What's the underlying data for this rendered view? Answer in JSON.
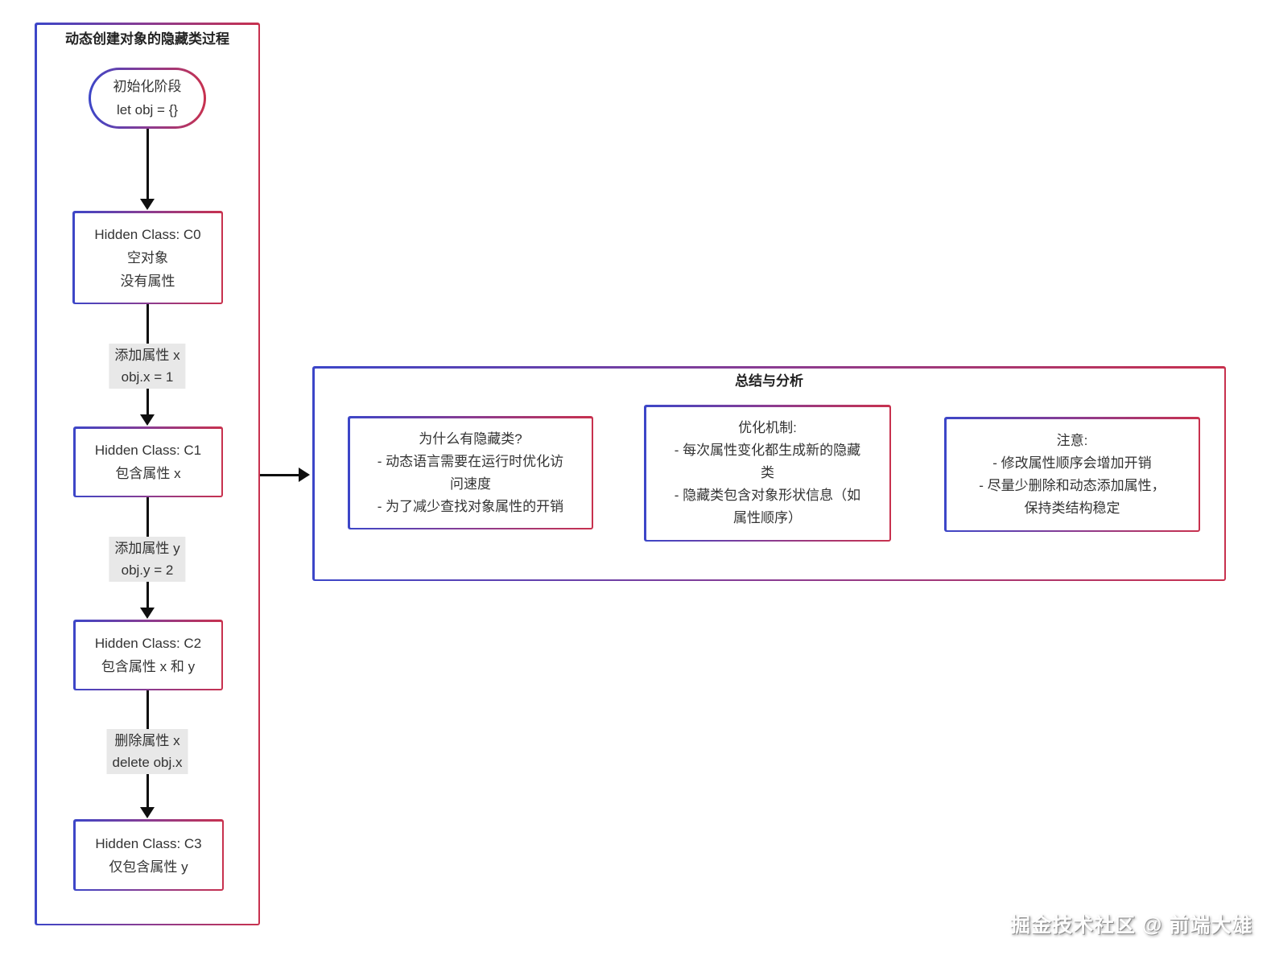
{
  "flowchart": {
    "title": "动态创建对象的隐藏类过程",
    "start_node": {
      "lines": [
        "初始化阶段",
        "let obj = {}"
      ]
    },
    "nodes": [
      {
        "lines": [
          "Hidden Class: C0",
          "空对象",
          "没有属性"
        ]
      },
      {
        "lines": [
          "Hidden Class: C1",
          "包含属性 x"
        ]
      },
      {
        "lines": [
          "Hidden Class: C2",
          "包含属性 x 和 y"
        ]
      },
      {
        "lines": [
          "Hidden Class: C3",
          "仅包含属性 y"
        ]
      }
    ],
    "edge_labels": [
      {
        "lines": [
          "添加属性 x",
          "obj.x = 1"
        ]
      },
      {
        "lines": [
          "添加属性 y",
          "obj.y = 2"
        ]
      },
      {
        "lines": [
          "删除属性 x",
          "delete obj.x"
        ]
      }
    ]
  },
  "summary": {
    "title": "总结与分析",
    "boxes": [
      {
        "text": "为什么有隐藏类?\n- 动态语言需要在运行时优化访问速度\n- 为了减少查找对象属性的开销"
      },
      {
        "text": "优化机制:\n- 每次属性变化都生成新的隐藏类\n- 隐藏类包含对象形状信息（如属性顺序）"
      },
      {
        "text": "注意:\n- 修改属性顺序会增加开销\n- 尽量少删除和动态添加属性，保持类结构稳定"
      }
    ]
  },
  "watermark": "掘金技术社区 @ 前端大雄",
  "colors": {
    "border_gradient_start": "#3c46c8",
    "border_gradient_end": "#c8314e",
    "arrow": "#0f0f0f",
    "edge_label_bg": "#e8e8e8",
    "text": "#333333"
  }
}
